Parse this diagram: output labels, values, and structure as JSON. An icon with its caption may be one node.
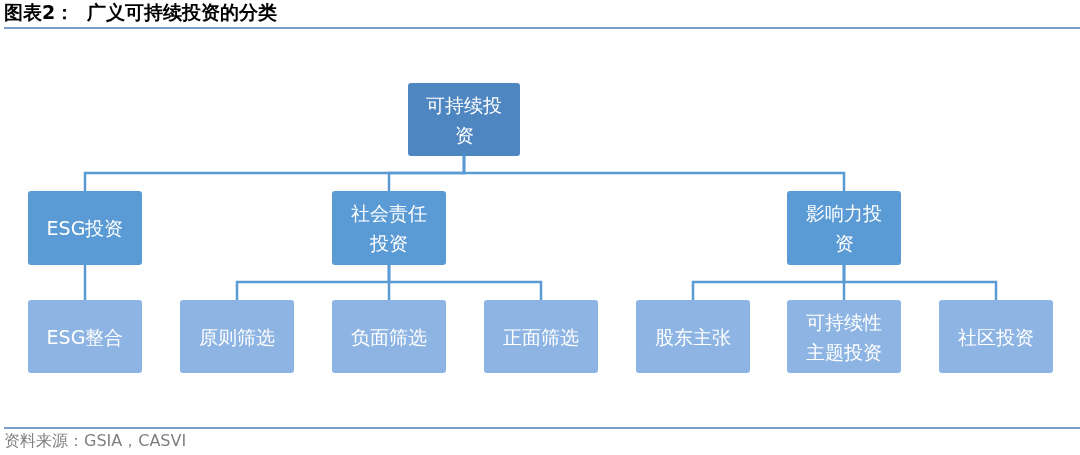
{
  "diagram": {
    "title": "图表2：  广义可持续投资的分类",
    "caption": "资料来源：GSIA，CASVI",
    "nodes": [
      {
        "text": [
          "可持续投资"
        ]
      },
      {
        "text": [
          "ESG投资"
        ]
      },
      {
        "text": [
          "社会责任投资"
        ]
      },
      {
        "text": [
          "影响力投资"
        ]
      },
      {
        "text": [
          "ESG整合"
        ]
      },
      {
        "text": [
          "原则筛选"
        ]
      },
      {
        "text": [
          "负面筛选"
        ]
      },
      {
        "text": [
          "正面筛选"
        ]
      },
      {
        "text": [
          "股东主张"
        ]
      },
      {
        "text": [
          "可持续性主题投资"
        ]
      },
      {
        "text": [
          "社区投资"
        ]
      }
    ],
    "edges": [
      {
        "from": 0,
        "to": 1,
        "arrow": "none"
      },
      {
        "from": 0,
        "to": 2,
        "arrow": "none"
      },
      {
        "from": 0,
        "to": 3,
        "arrow": "none"
      },
      {
        "from": 1,
        "to": 4,
        "arrow": "none"
      },
      {
        "from": 2,
        "to": 5,
        "arrow": "none"
      },
      {
        "from": 2,
        "to": 6,
        "arrow": "none"
      },
      {
        "from": 2,
        "to": 7,
        "arrow": "none"
      },
      {
        "from": 3,
        "to": 8,
        "arrow": "none"
      },
      {
        "from": 3,
        "to": 9,
        "arrow": "none"
      },
      {
        "from": 3,
        "to": 10,
        "arrow": "none"
      }
    ]
  }
}
